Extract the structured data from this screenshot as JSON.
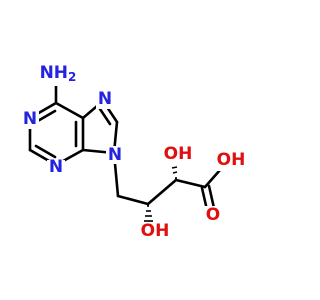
{
  "colors": {
    "nitrogen": "#2323e0",
    "oxygen": "#e01010",
    "bond": "#000000",
    "background": "#ffffff"
  },
  "atoms": {
    "amine": "NH",
    "amine_subscript": "2",
    "n_pyrimidine_top": "N",
    "n_pyrimidine_bottom": "N",
    "n_imidazole_7": "N",
    "n_imidazole_9": "N",
    "hydroxyl_upper": "OH",
    "hydroxyl_lower": "OH",
    "acid_hydroxyl": "OH",
    "carbonyl_oxygen": "O"
  }
}
